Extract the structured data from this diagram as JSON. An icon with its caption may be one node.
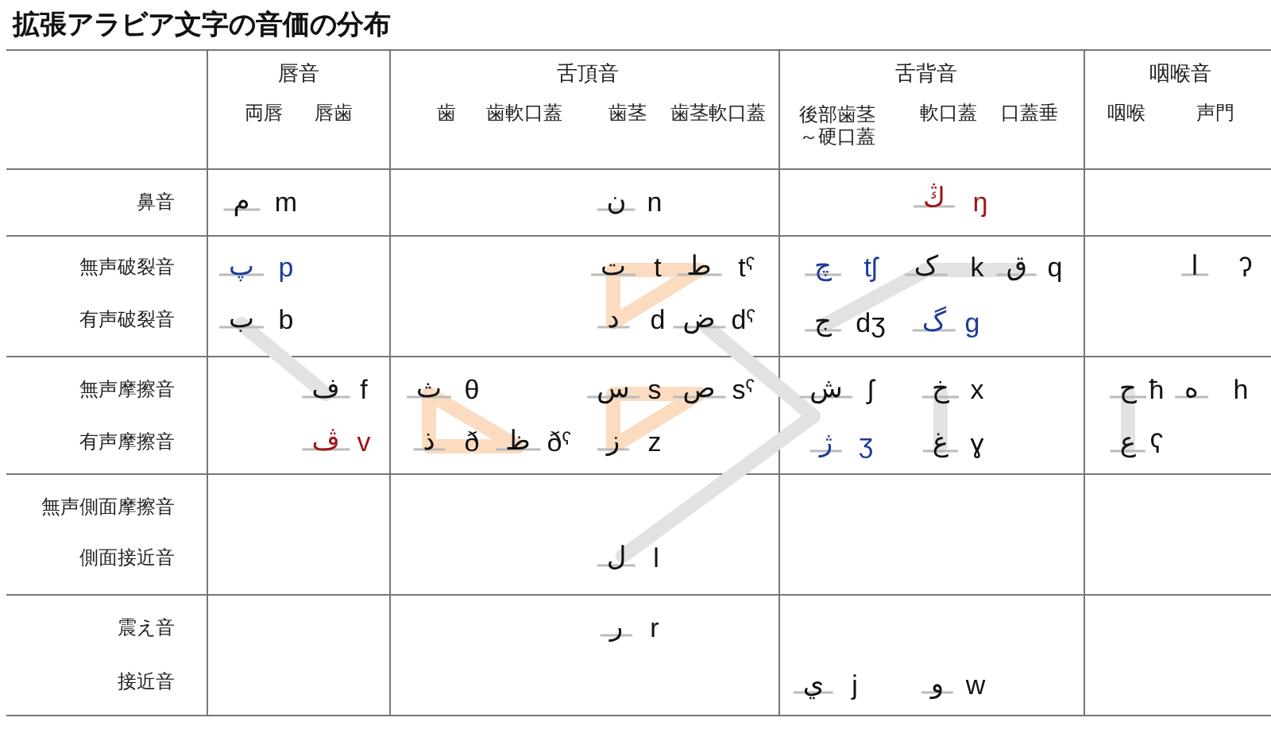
{
  "diagram": {
    "title": "拡張アラビア文字の音価の分布",
    "labels": [
      "唇音",
      "舌頂音",
      "舌背音",
      "咽喉音",
      "両唇",
      "唇歯",
      "歯",
      "歯軟口蓋",
      "歯茎",
      "歯茎軟口蓋",
      "後部歯茎～硬口蓋",
      "軟口蓋",
      "口蓋垂",
      "咽喉",
      "声門",
      "鼻音",
      "م",
      "m",
      "ن",
      "n",
      "ڭ",
      "ŋ",
      "無声破裂音",
      "پ",
      "p",
      "ت",
      "t",
      "ط",
      "tˤ",
      "چ",
      "tʃ",
      "ک",
      "k",
      "ق",
      "q",
      "ا",
      "ʔ",
      "有声破裂音",
      "ب",
      "b",
      "د",
      "d",
      "ض",
      "dˤ",
      "ج",
      "dʒ",
      "گ",
      "g",
      "無声摩擦音",
      "ف",
      "f",
      "ث",
      "θ",
      "س",
      "s",
      "ص",
      "sˤ",
      "ش",
      "ʃ",
      "خ",
      "x",
      "ح",
      "ħ",
      "ه",
      "h",
      "有声摩擦音",
      "ڤ",
      "v",
      "ذ",
      "ð",
      "ظ",
      "ðˤ",
      "ز",
      "z",
      "ژ",
      "ʒ",
      "غ",
      "ɣ",
      "ع",
      "ʕ",
      "無声側面摩擦音",
      "側面接近音",
      "ل",
      "l",
      "震え音",
      "ر",
      "r",
      "接近音",
      "ي",
      "j",
      "و",
      "w"
    ]
  }
}
